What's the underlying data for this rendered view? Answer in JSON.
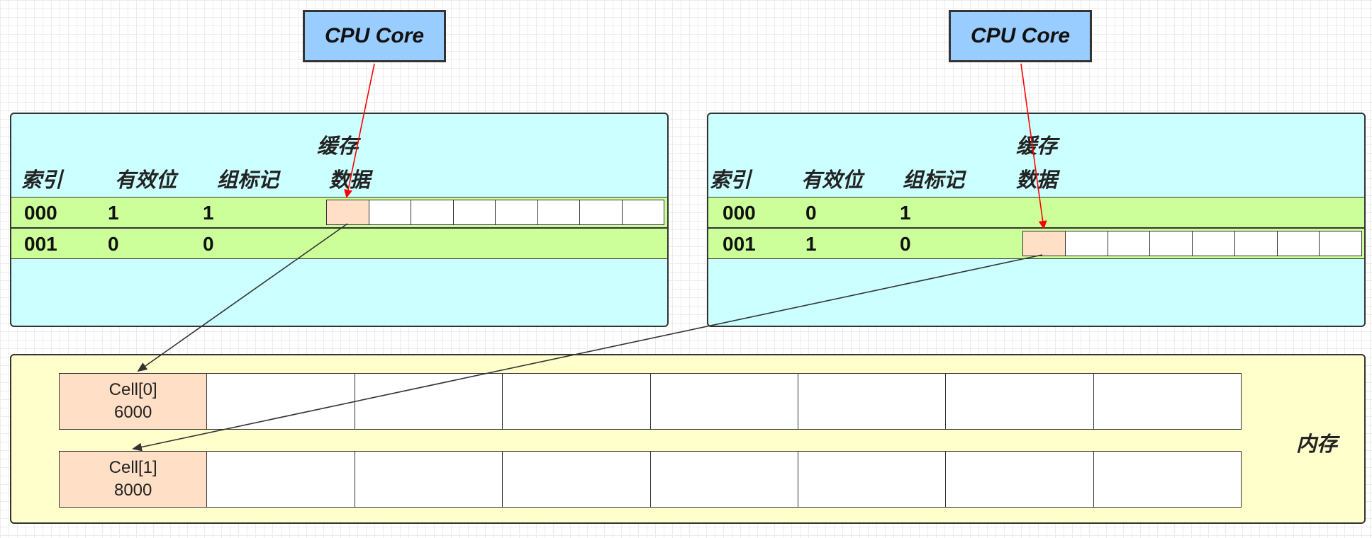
{
  "cpu_left": {
    "label": "CPU Core"
  },
  "cpu_right": {
    "label": "CPU Core"
  },
  "cache_left": {
    "title": "缓存",
    "headers": [
      "索引",
      "有效位",
      "组标记",
      "数据"
    ],
    "rows": [
      {
        "index": "000",
        "valid": "1",
        "tag": "1"
      },
      {
        "index": "001",
        "valid": "0",
        "tag": "0"
      }
    ]
  },
  "cache_right": {
    "title": "缓存",
    "headers": [
      "索引",
      "有效位",
      "组标记",
      "数据"
    ],
    "rows": [
      {
        "index": "000",
        "valid": "0",
        "tag": "1"
      },
      {
        "index": "001",
        "valid": "1",
        "tag": "0"
      }
    ]
  },
  "memory": {
    "label": "内存",
    "rows": [
      {
        "name": "Cell[0]",
        "value": "6000"
      },
      {
        "name": "Cell[1]",
        "value": "8000"
      }
    ]
  },
  "colors": {
    "cpu": "#99ccff",
    "cache": "#ccffff",
    "cache_row": "#ccff99",
    "data_cell": "#ffdfc5",
    "memory": "#ffffcc",
    "cpu_arrow": "#ff0000",
    "link_arrow": "#333333"
  }
}
